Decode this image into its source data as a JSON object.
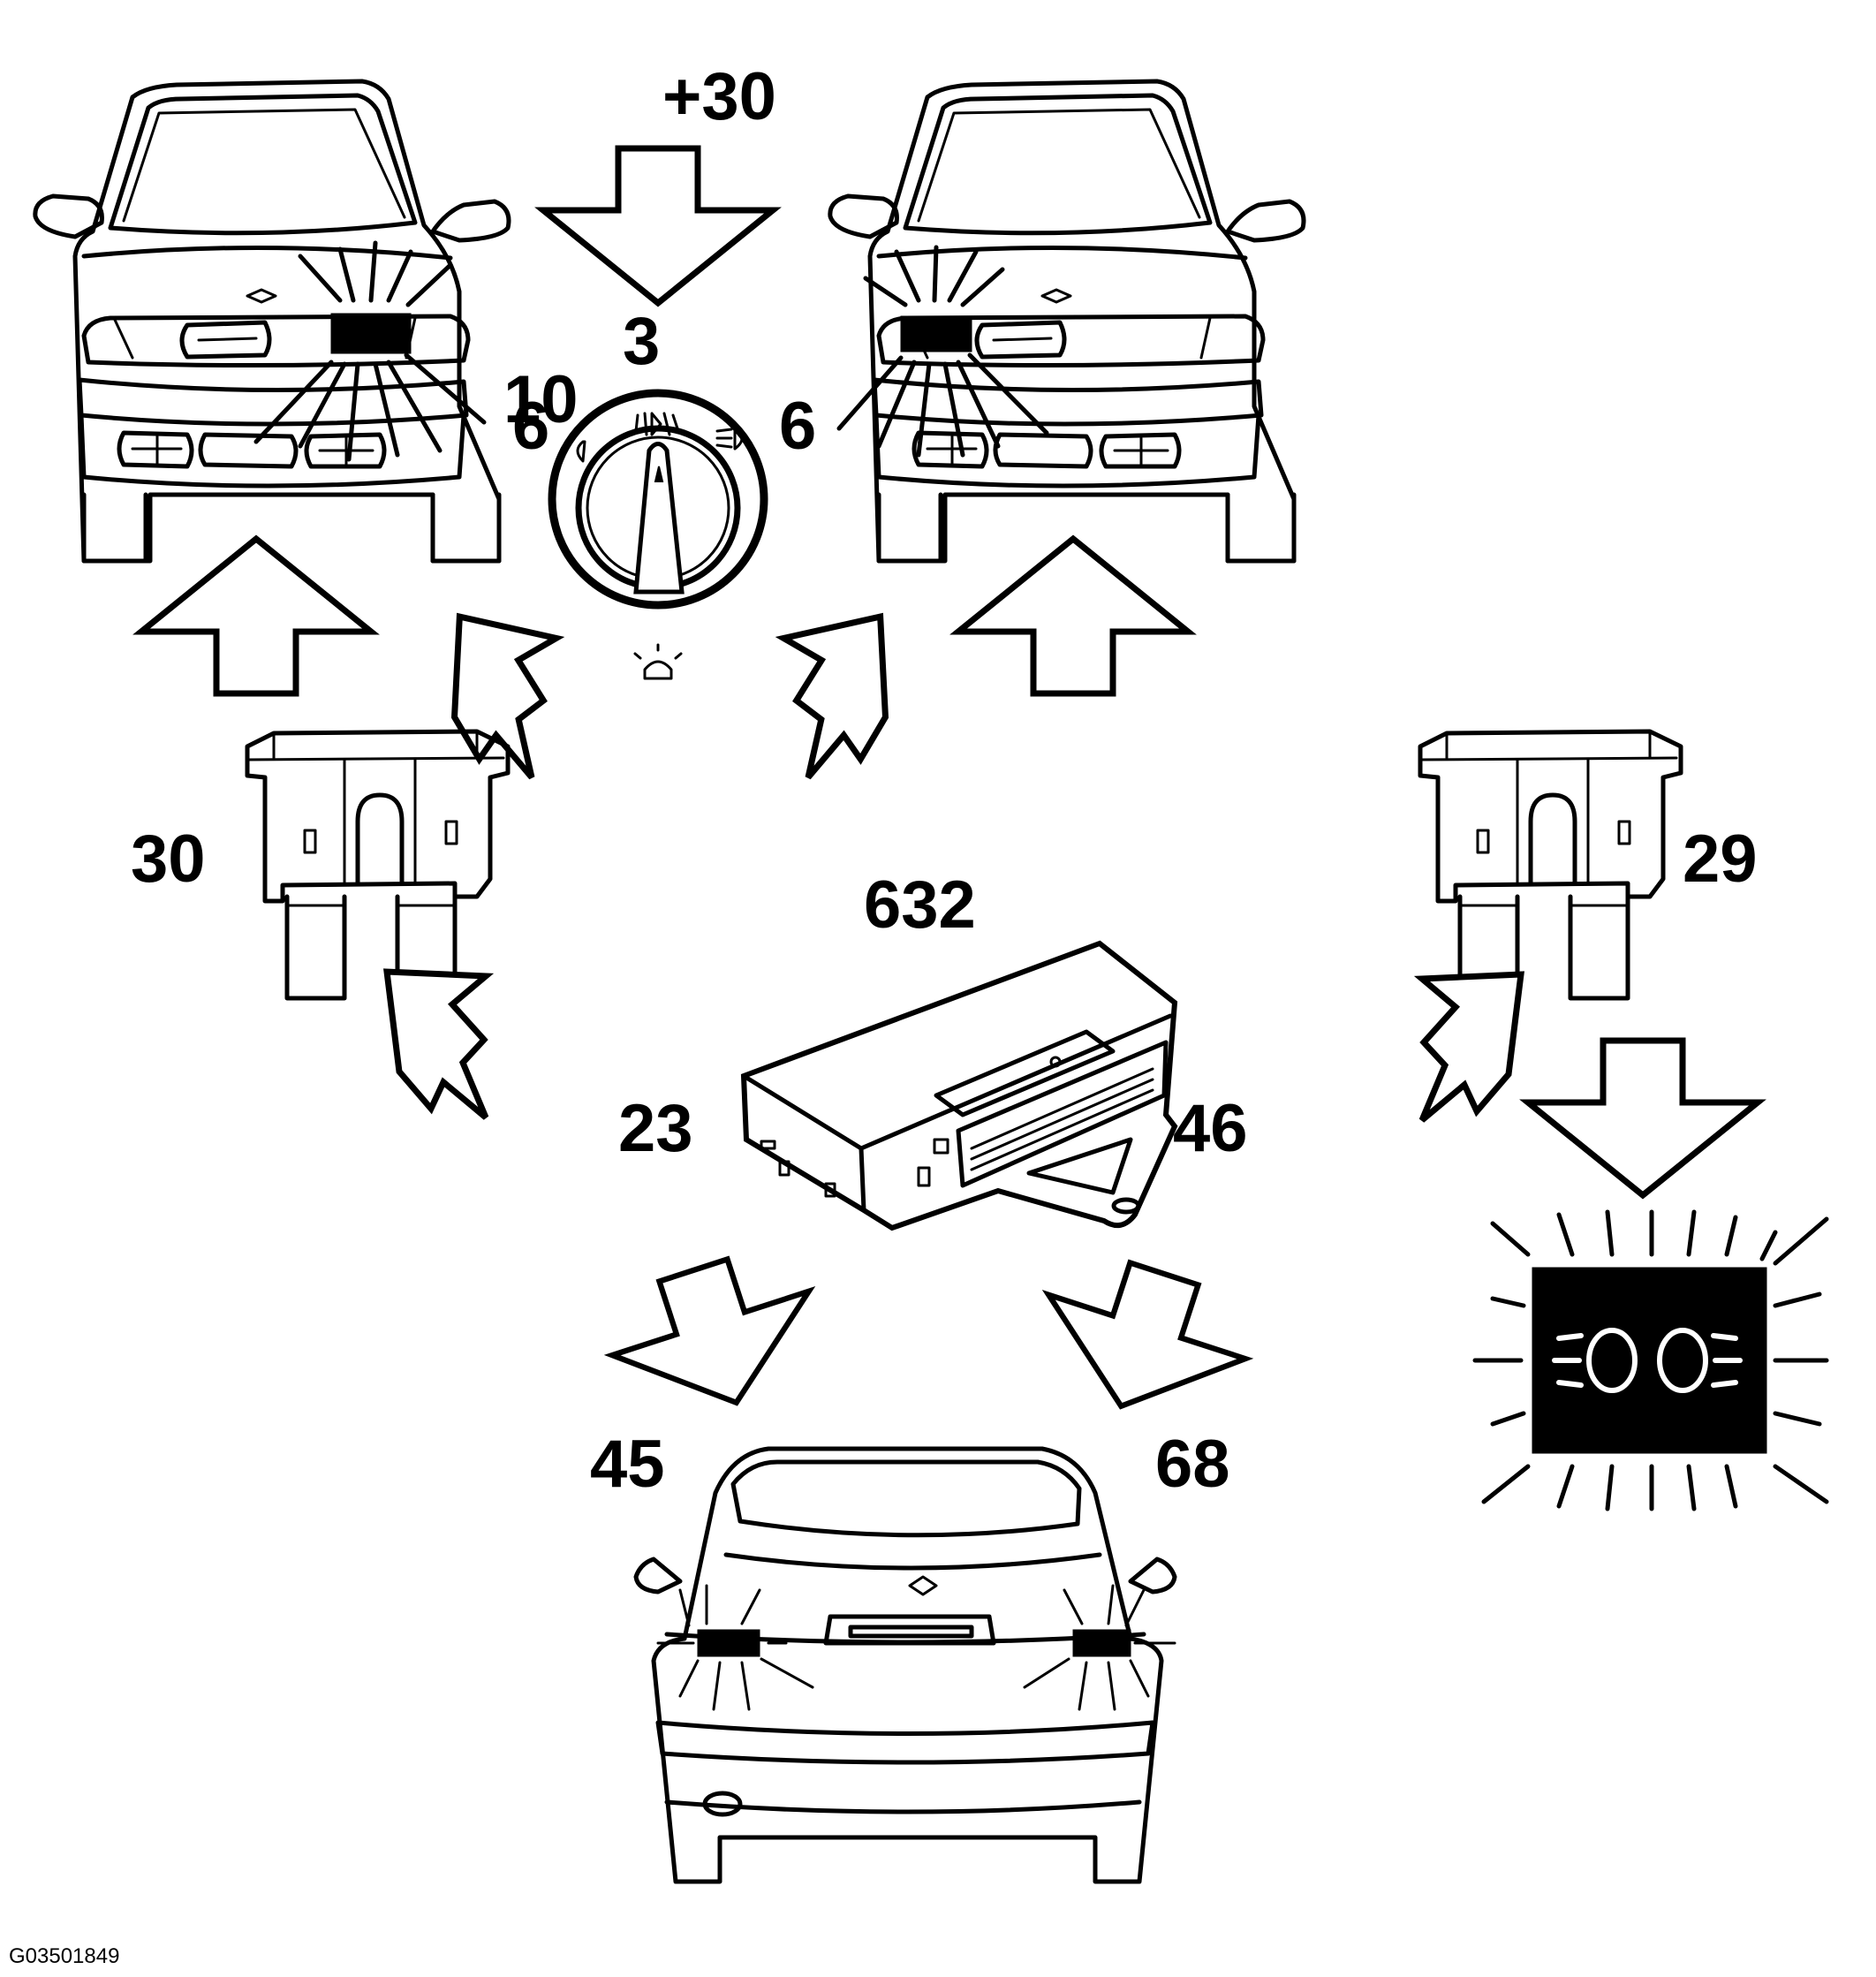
{
  "labels": {
    "supply": "+30",
    "light_switch": "3",
    "front_light_left": "10",
    "switch_out_left": "6",
    "switch_out_right": "6",
    "fuse_left": "30",
    "fuse_right": "29",
    "module": "632",
    "module_in_left": "23",
    "module_in_right": "46",
    "rear_light_left": "45",
    "rear_light_right": "68"
  },
  "figure_code": "G03501849",
  "icons": [
    "car-front-icon",
    "light-switch-icon",
    "fuse-icon",
    "control-module-icon",
    "car-rear-icon",
    "indicator-lamp-icon",
    "arrow-icon"
  ]
}
